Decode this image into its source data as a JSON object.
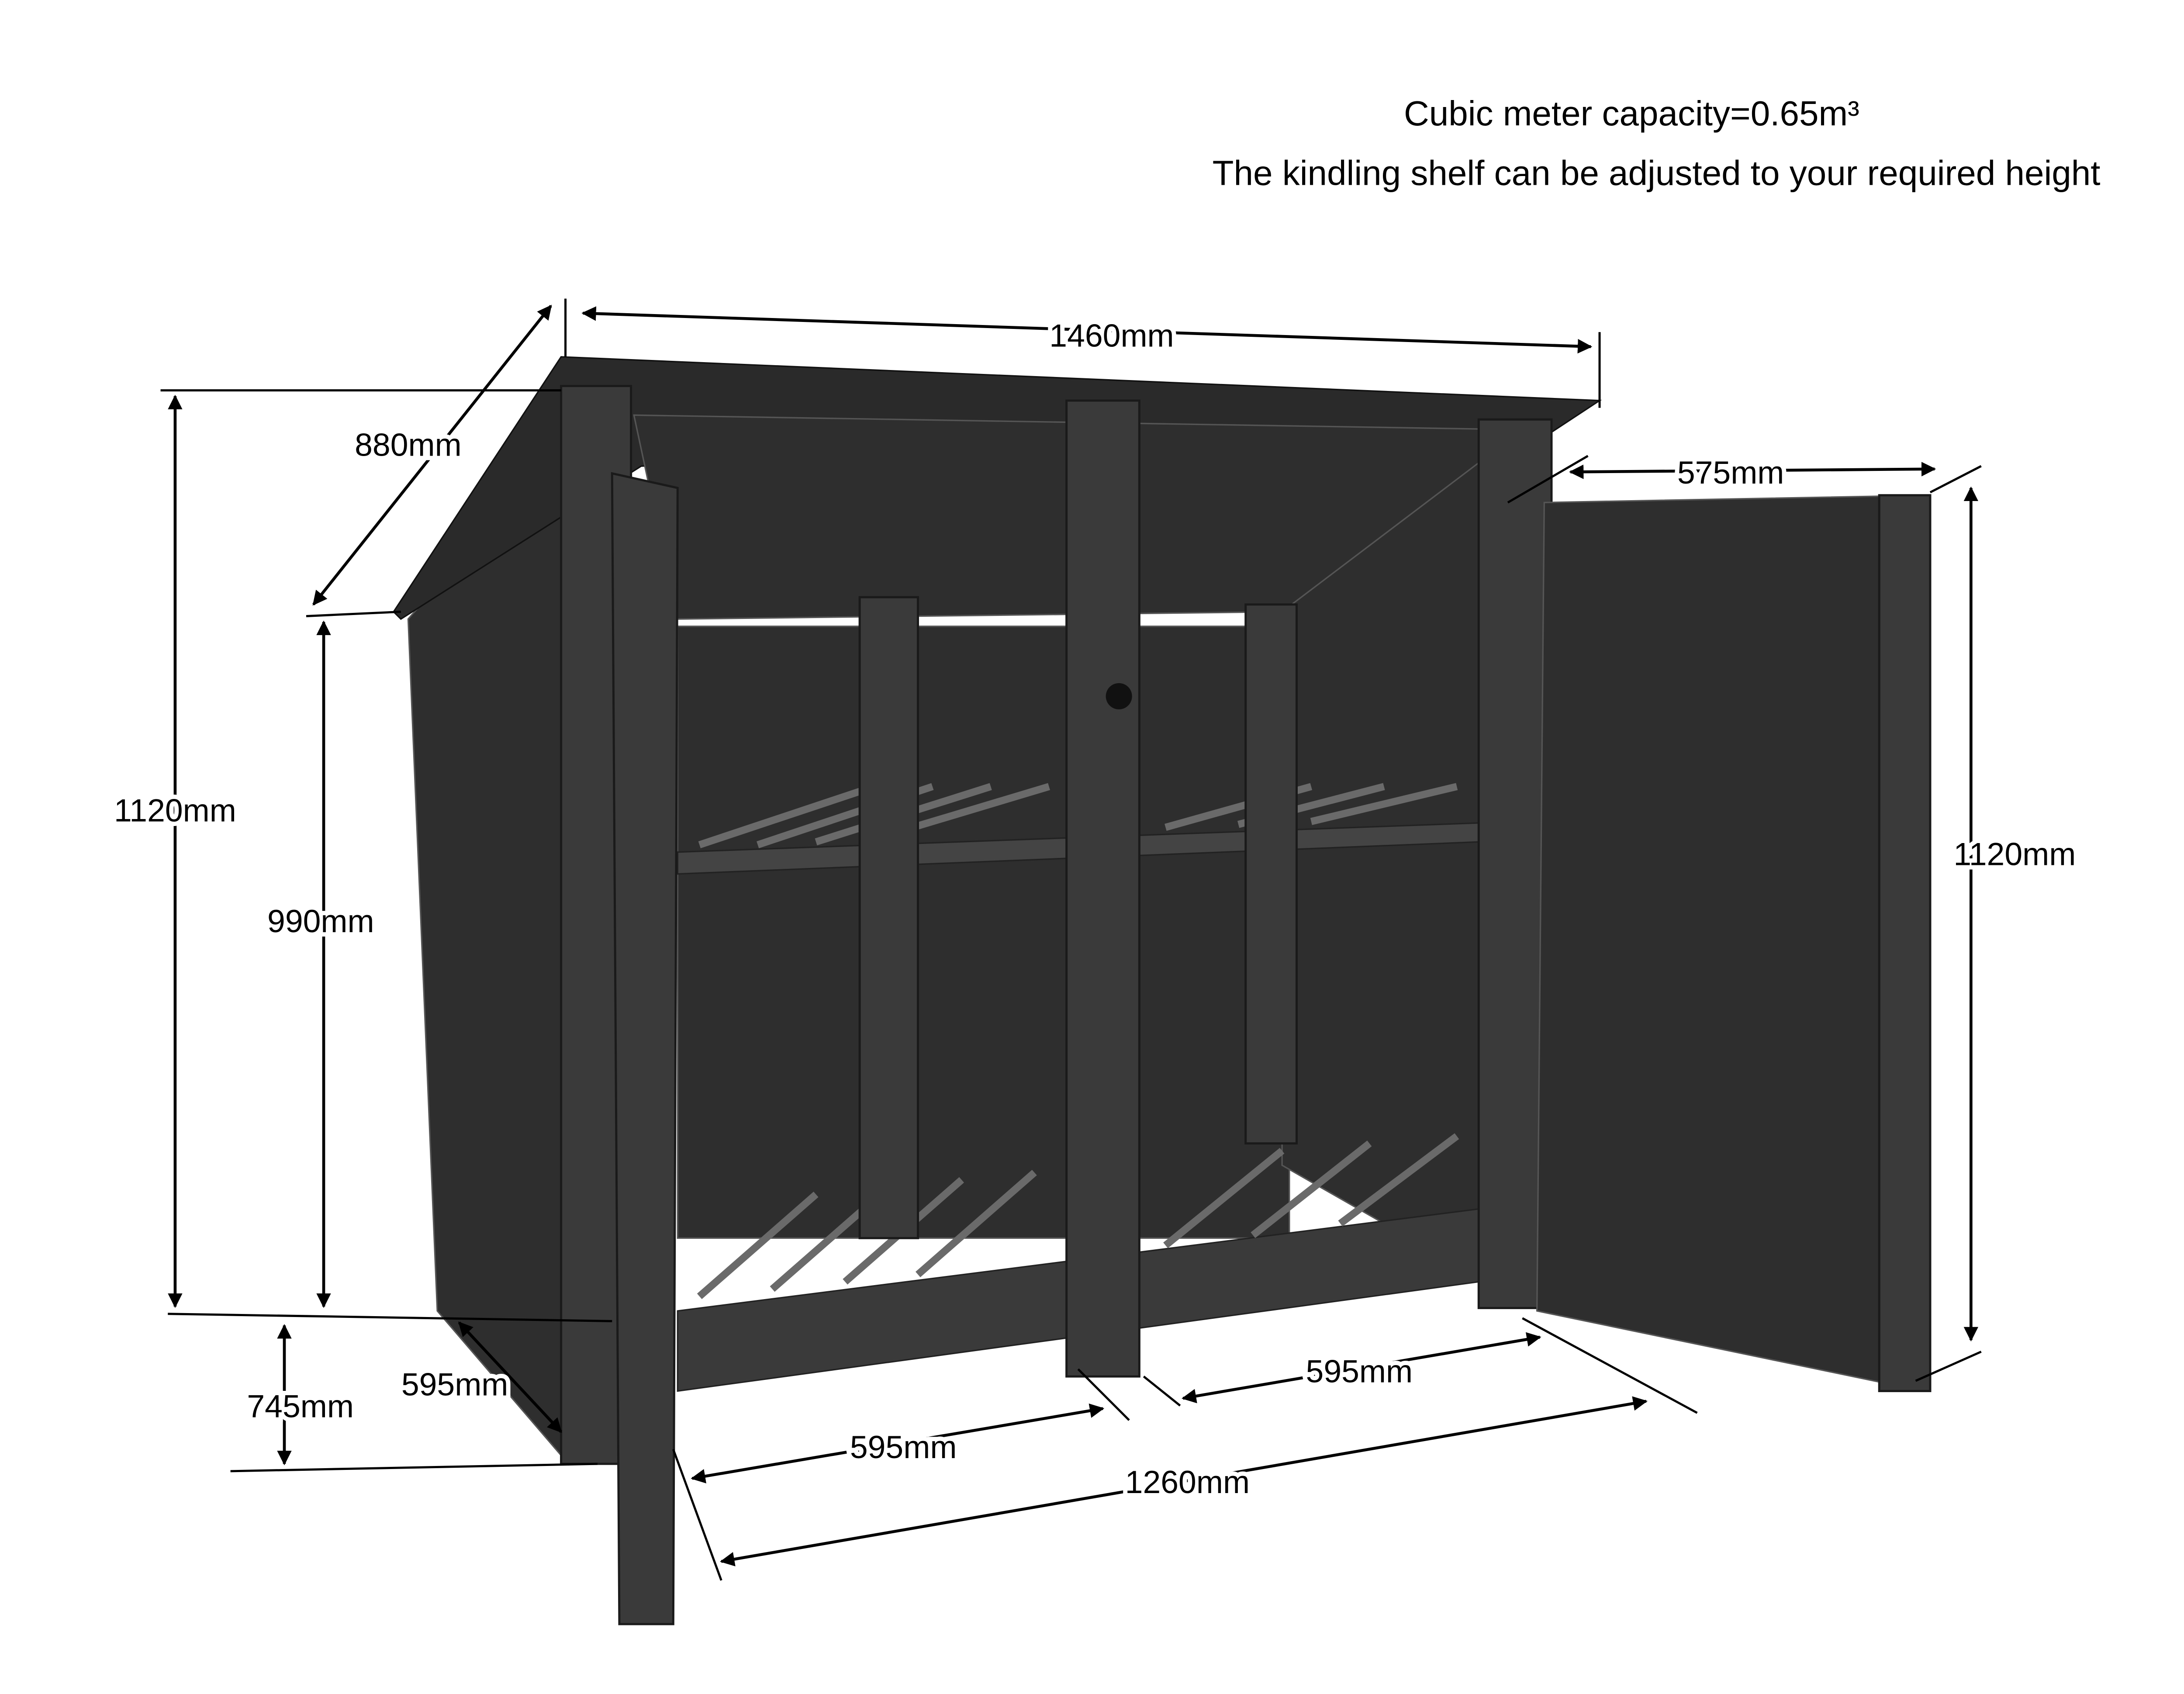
{
  "header": {
    "capacity": "Cubic meter capacity=0.65m³",
    "note": "The kindling shelf can be adjusted to your required height"
  },
  "dimensions": {
    "top_width": "1460mm",
    "roof_depth": "880mm",
    "total_height_left": "1120mm",
    "front_height": "990mm",
    "base_height": "745mm",
    "side_depth": "595mm",
    "bay_left_width": "595mm",
    "bay_right_width": "595mm",
    "base_width": "1260mm",
    "door_width": "575mm",
    "door_height": "1120mm"
  }
}
